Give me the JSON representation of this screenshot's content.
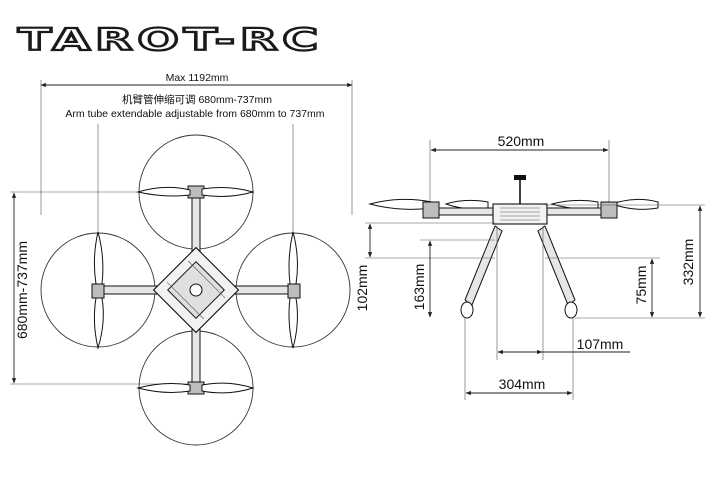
{
  "logo": {
    "text": "TAROT-RC"
  },
  "top_view": {
    "max_span": "Max 1192mm",
    "note_cn": "机臂管伸缩可调 680mm-737mm",
    "note_en": "Arm tube extendable adjustable from 680mm to 737mm",
    "arm_range": "680mm-737mm"
  },
  "side_view": {
    "motor_span": "520mm",
    "height_total": "332mm",
    "height_75": "75mm",
    "height_102": "102mm",
    "height_163": "163mm",
    "gear_inner": "107mm",
    "gear_outer": "304mm"
  },
  "colors": {
    "line": "#222222",
    "background": "#ffffff"
  }
}
